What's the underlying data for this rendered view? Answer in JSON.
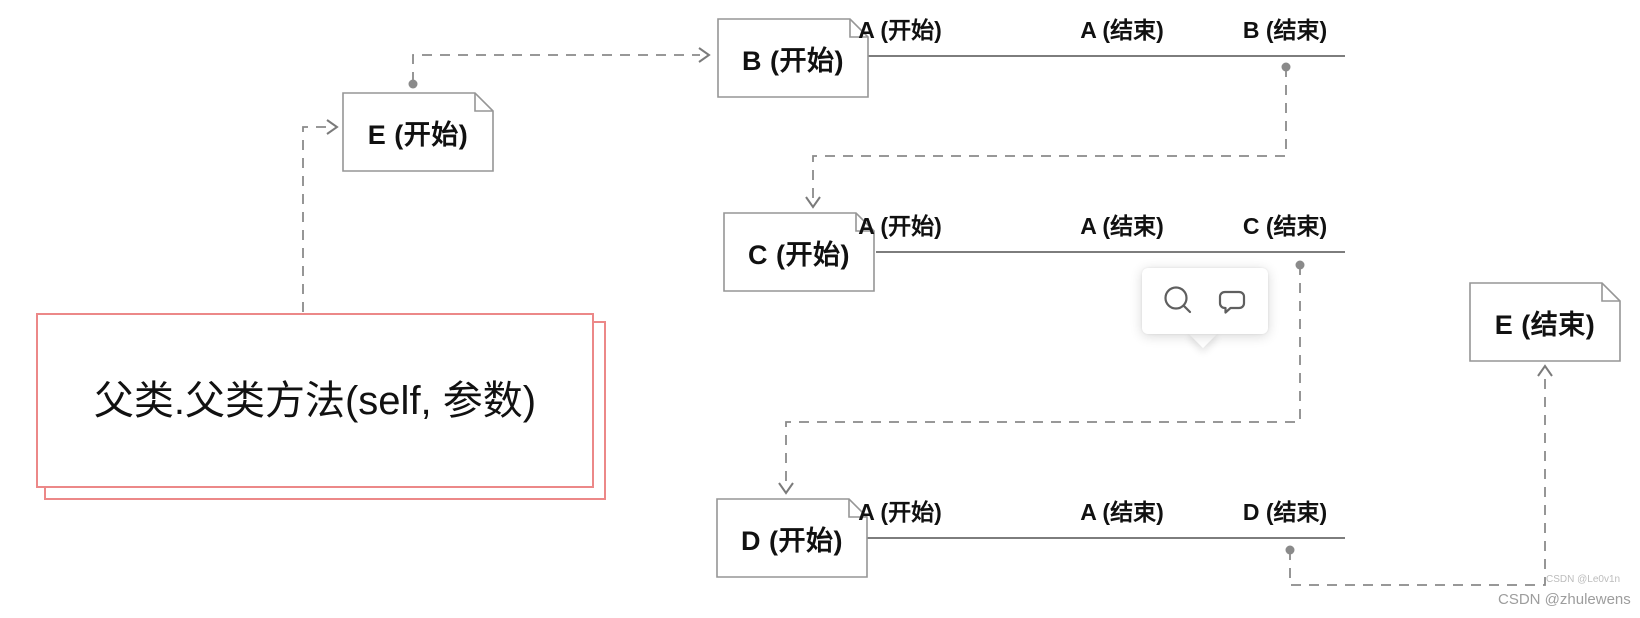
{
  "diagram": {
    "nodes": [
      {
        "id": "b-start",
        "label": "B (开始)"
      },
      {
        "id": "e-start",
        "label": "E (开始)"
      },
      {
        "id": "c-start",
        "label": "C (开始)"
      },
      {
        "id": "d-start",
        "label": "D (开始)"
      },
      {
        "id": "e-end",
        "label": "E (结束)"
      }
    ],
    "call_box": {
      "label": "父类.父类方法(self, 参数)"
    },
    "timelines": [
      {
        "row": "B",
        "labels": [
          "A (开始)",
          "A (结束)",
          "B (结束)"
        ]
      },
      {
        "row": "C",
        "labels": [
          "A (开始)",
          "A (结束)",
          "C (结束)"
        ]
      },
      {
        "row": "D",
        "labels": [
          "A (开始)",
          "A (结束)",
          "D (结束)"
        ]
      }
    ],
    "toolbar": {
      "icons": [
        "zoom",
        "comment"
      ]
    },
    "watermarks": [
      "CSDN @Le0v1n",
      "CSDN @zhulewens"
    ],
    "colors": {
      "node_border": "#969696",
      "connector": "#8a8a8a",
      "timeline": "#7d7d7d",
      "call_box_border": "#ec8888",
      "text": "#111111",
      "watermark_small": "#bcbcbc",
      "watermark_big": "#9d9d9d"
    }
  }
}
